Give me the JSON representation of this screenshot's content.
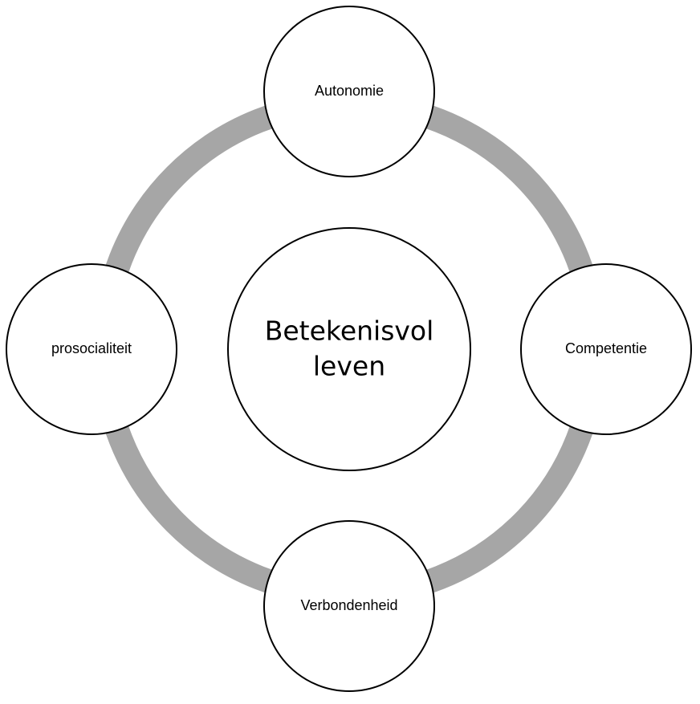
{
  "diagram": {
    "center": {
      "line1": "Betekenisvol",
      "line2": "leven"
    },
    "nodes": {
      "top": "Autonomie",
      "right": "Competentie",
      "bottom": "Verbondenheid",
      "left": "prosocialiteit"
    }
  },
  "colors": {
    "ring": "#a6a6a6",
    "circle_fill": "#ffffff",
    "circle_stroke": "#000000",
    "text": "#000000"
  }
}
